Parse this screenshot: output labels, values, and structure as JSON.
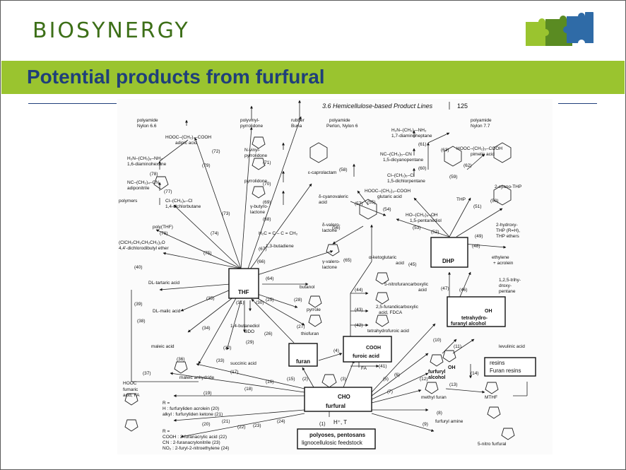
{
  "header": {
    "logo_text": "BIOSYNERGY",
    "title": "Potential products from furfural"
  },
  "scan": {
    "page_header": "3.6  Hemicellulose-based Product Lines",
    "page_number": "125"
  },
  "nodes": {
    "furfural": "furfural",
    "feedstock_1": "polyoses, pentosans",
    "feedstock_2": "lignocellulosic feedstock",
    "conditions": "H⁺, T",
    "furan": "furan",
    "furoic_acid": "furoic acid",
    "thf": "THF",
    "dhp": "DHP",
    "thfa_1": "tetrahydro-",
    "thfa_2": "furanyl alcohol",
    "furfuryl_alcohol_1": "furfuryl",
    "furfuryl_alcohol_2": "alcohol",
    "resins_1": "resins",
    "resins_2": "Furan resins"
  },
  "labels": {
    "nylon66_1": "polyamide",
    "nylon66_2": "Nylon 6.6",
    "adipic_f": "HOOC–(CH₂)₄–COOH",
    "adipic": "adipic acid",
    "hmda_f": "H₂N–(CH₂)₆–NH₂",
    "hmda": "1,6-diaminohexane",
    "adn_f": "NC–(CH₂)₄–CN",
    "adn": "adiponitrile",
    "dcb_f": "Cl–(CH₂)₄–Cl",
    "dcb": "1,4-dichlorbutane",
    "polymers": "polymers",
    "polythf": "poly(THF)",
    "ether_f": "(ClCH₂CH₂CH₂CH₂)₂O",
    "ether": "4,4'-dichlorodibutyl ether",
    "pvp_1": "polyvinyl-",
    "pvp_2": "pyrrolidone",
    "nvp_1": "N-vinyl-",
    "nvp_2": "pyrrolidone",
    "pyrrolidone": "pyrrolidone",
    "gbl_1": "γ-butyro-",
    "gbl_2": "lactone",
    "rubber_1": "rubber",
    "rubber_2": "Buna",
    "butadiene_f": "H₂C = C – C = CH₂",
    "butadiene": "1,3-butadiene",
    "gvl_1": "γ-valero-",
    "gvl_2": "lactone",
    "nylon6_1": "polyamide",
    "nylon6_2": "Perlon, Nylon 6",
    "caprolactam": "ε-caprolactam",
    "cyanoval_1": "δ-cyanovaleric",
    "cyanoval_2": "acid",
    "dvl_1": "δ-valero-",
    "dvl_2": "lactone",
    "nylon77_1": "polyamide",
    "nylon77_2": "Nylon 7.7",
    "hepta_f": "H₂N–(CH₂)₇–NH₂",
    "hepta": "1,7-diaminoheptane",
    "dicyano_f": "NC–(CH₂)₅–CN",
    "dicyano": "1,5-dicyanopentane",
    "dichlor_f": "Cl–(CH₂)₅–Cl",
    "dichlor": "1,5-dichlorpentane",
    "pimelic_f": "HOOC–(CH₂)₅–COOH",
    "pimelic": "pimelic acid",
    "glutaric_f": "HOOC–(CH₂)₃–COOH",
    "glutaric": "glutaric acid",
    "pentanediol_f": "HO–(CH₂)₅–OH",
    "pentanediol": "1,5-pentanediol",
    "cyanothp": "2-cyano-THP",
    "thp": "THP",
    "hydroxythp_1": "2-hydroxy-",
    "hydroxythp_2": "THP (R=H),",
    "hydroxythp_3": "THP ethers",
    "ketoglutaric_1": "α-ketoglutaric",
    "ketoglutaric_2": "acid",
    "ethylene_1": "ethylene",
    "ethylene_2": "+ acrolein",
    "tartaric": "DL-tartaric acid",
    "malic": "DL-malic acid",
    "maleic": "maleic acid",
    "maleic_anh": "maleic anhydride",
    "succinic": "succinic acid",
    "bdo_1": "1,4-butanediol",
    "bdo_2": "BDO",
    "butanol": "butanol",
    "pyrrole": "pyrrole",
    "thiofuran": "thiofuran",
    "nitrofuran_acid_1": "5-nitrofurancarboxylic",
    "nitrofuran_acid_2": "acid",
    "fdca_1": "2,5-furandicarboxylic",
    "fdca_2": "acid, FDCA",
    "thfuroic": "tetrahydrofuroic acid",
    "trihydroxy_1": "1,2,5-trihy-",
    "trihydroxy_2": "droxy-",
    "trihydroxy_3": "pentane",
    "levulinic": "levulinic acid",
    "fumaric_1": "HOOC",
    "fumaric_2": "fumaric",
    "fumaric_3": "acid, FA",
    "fa": "FA",
    "methylfuran": "methyl furan",
    "mthf": "MTHF",
    "furfurylamine": "furfuryl amine",
    "nitrofurfural": "5-nitro furfural",
    "acrolein_1": "H : furfuryliden acrolein (20)",
    "acrolein_2": "alkyl : furfuryliden ketone (21)",
    "r_eq_top": "R =",
    "r_eq_bottom": "R =",
    "acrylic_1": "COOH : 2-furanacrylic acid (22)",
    "acrylic_2": "CN : 2-furanacrylonitrile (23)",
    "acrylic_3": "NO₂ : 2-furyl-2-nitroethylene (24)"
  },
  "steps": [
    "(1)",
    "(2)",
    "(3)",
    "(4)",
    "(5)",
    "(6)",
    "(7)",
    "(8)",
    "(9)",
    "(10)",
    "(11)",
    "(12)",
    "(13)",
    "(14)",
    "(15)",
    "(16)",
    "(17)",
    "(18)",
    "(19)",
    "(20)",
    "(21)",
    "(22)",
    "(23)",
    "(24)",
    "(25)",
    "(26)",
    "(27)",
    "(28)",
    "(29)",
    "(30)",
    "(31)",
    "(32)",
    "(33)",
    "(34)",
    "(35)",
    "(36)",
    "(37)",
    "(38)",
    "(39)",
    "(40)",
    "(41)",
    "(42)",
    "(43)",
    "(44)",
    "(45)",
    "(46)",
    "(47)",
    "(48)",
    "(49)",
    "(50)",
    "(51)",
    "(52)",
    "(53)",
    "(54)",
    "(55)",
    "(56)",
    "(57)",
    "(58)",
    "(59)",
    "(60)",
    "(61)",
    "(62)",
    "(63)",
    "(64)",
    "(65)",
    "(66)",
    "(67)",
    "(68)",
    "(69)",
    "(70)",
    "(71)",
    "(72)",
    "(73)",
    "(74)",
    "(75)",
    "(76)",
    "(77)",
    "(78)",
    "(79)"
  ]
}
